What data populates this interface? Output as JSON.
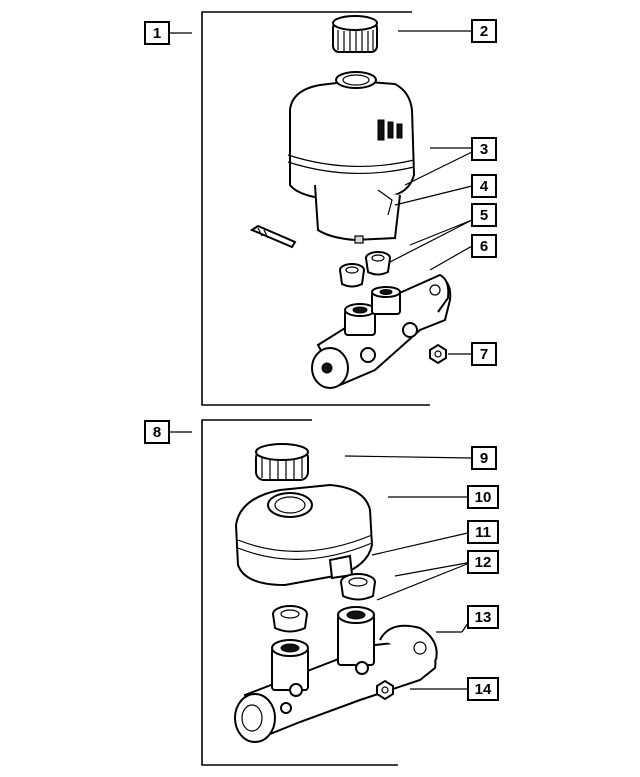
{
  "title": "",
  "callouts": [
    {
      "id": "1",
      "label": "1"
    },
    {
      "id": "2",
      "label": "2"
    },
    {
      "id": "3",
      "label": "3"
    },
    {
      "id": "4",
      "label": "4"
    },
    {
      "id": "5",
      "label": "5"
    },
    {
      "id": "6",
      "label": "6"
    },
    {
      "id": "7",
      "label": "7"
    },
    {
      "id": "8",
      "label": "8"
    },
    {
      "id": "9",
      "label": "9"
    },
    {
      "id": "10",
      "label": "10"
    },
    {
      "id": "11",
      "label": "11"
    },
    {
      "id": "12",
      "label": "12"
    },
    {
      "id": "13",
      "label": "13"
    },
    {
      "id": "14",
      "label": "14"
    }
  ],
  "colors": {
    "line": "#000000",
    "background": "#ffffff"
  }
}
